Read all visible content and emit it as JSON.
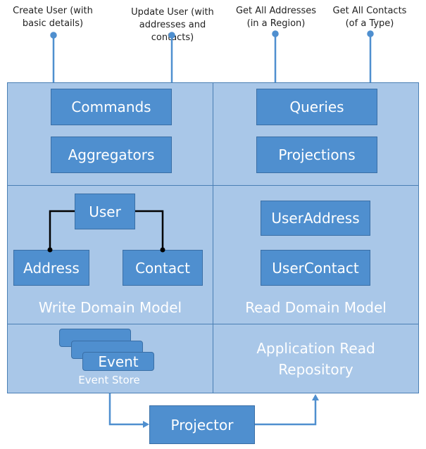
{
  "queries_top": {
    "create_user": "Create User (with\nbasic details)",
    "update_user": "Update User (with\naddresses and contacts)",
    "get_addresses": "Get All Addresses\n(in a Region)",
    "get_contacts": "Get All Contacts\n(of a Type)"
  },
  "write_side": {
    "commands": "Commands",
    "aggregators": "Aggregators",
    "user": "User",
    "address": "Address",
    "contact": "Contact",
    "domain_model_caption": "Write Domain Model",
    "event": "Event",
    "event_store_caption": "Event Store"
  },
  "read_side": {
    "queries": "Queries",
    "projections": "Projections",
    "user_address": "UserAddress",
    "user_contact": "UserContact",
    "domain_model_caption": "Read Domain Model",
    "repository_caption": "Application Read\nRepository"
  },
  "projector": "Projector",
  "colors": {
    "region_fill": "#a9c7e8",
    "box_fill": "#4f8fcf",
    "connector": "#4f8fcf",
    "relation_line": "#000000"
  }
}
